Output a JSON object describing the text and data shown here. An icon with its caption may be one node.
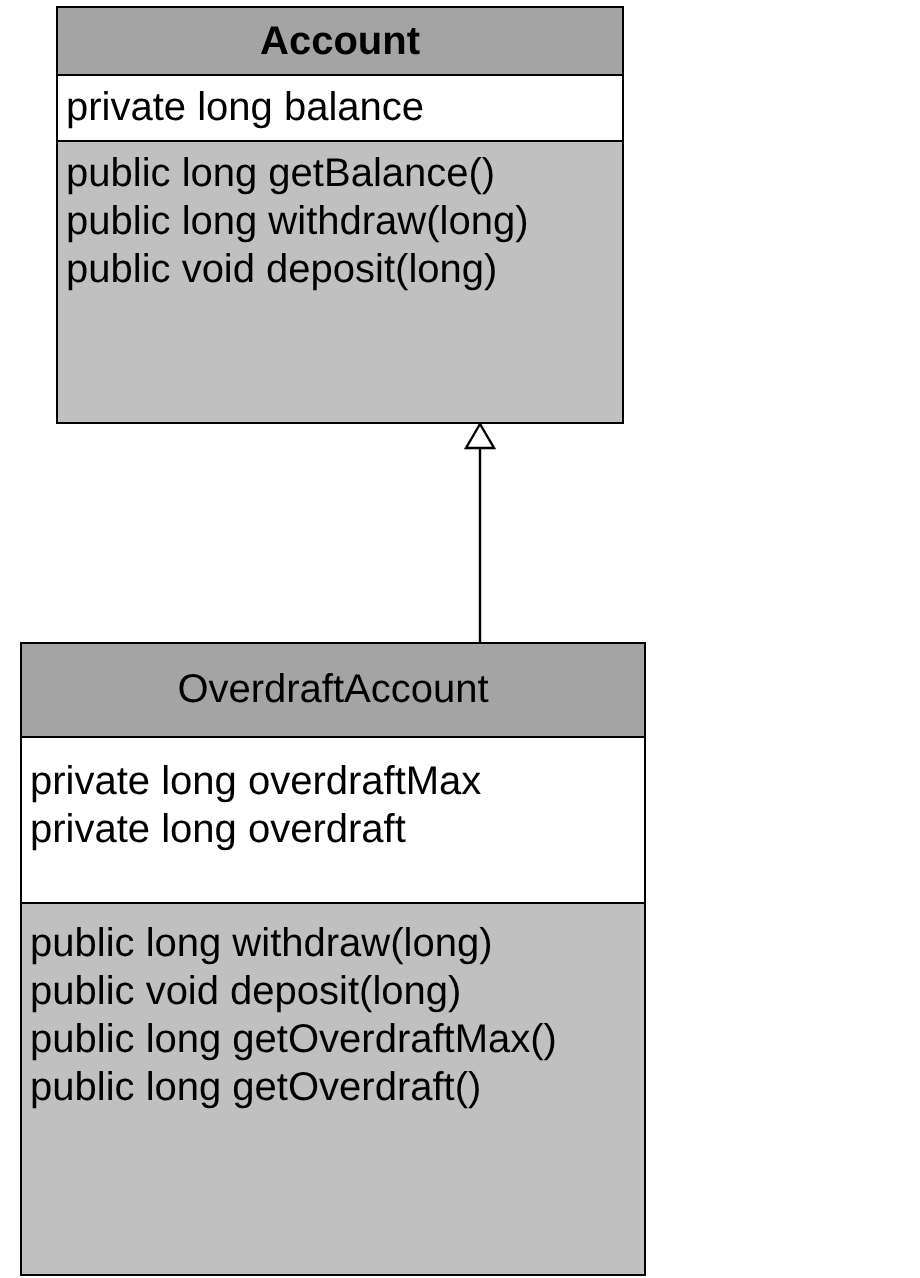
{
  "diagram": {
    "nodes": [
      {
        "text": [
          "Account"
        ]
      },
      {
        "text": [
          "private long balance"
        ],
        "in": 0
      },
      {
        "text": [
          "public long getBalance()",
          "public long withdraw(long)",
          "public void deposit(long)"
        ],
        "in": 0
      },
      {
        "text": [
          "OverdraftAccount"
        ]
      },
      {
        "text": [
          "private long overdraftMax",
          "private long overdraft"
        ],
        "in": 3
      },
      {
        "text": [
          "public long withdraw(long)",
          "public void deposit(long)",
          "public long getOverdraftMax()",
          "public long getOverdraft()"
        ],
        "in": 3
      }
    ],
    "edges": [
      {
        "from": 3,
        "to": 0,
        "arrow": "to"
      }
    ]
  }
}
